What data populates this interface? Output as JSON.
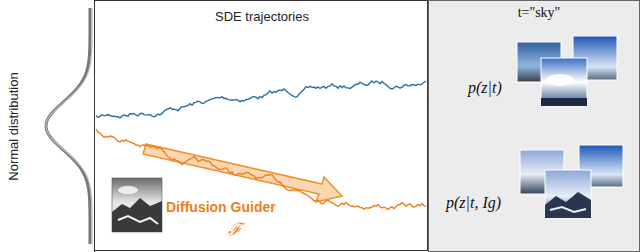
{
  "diagram": {
    "nodes": [
      {
        "text": [
          "Normal distribution"
        ]
      },
      {
        "text": [
          "SDE trajectories"
        ]
      },
      {
        "text": [
          "t=\"sky\""
        ]
      }
    ],
    "labels": [
      "p(z|t)",
      "p(z|t, Ig)",
      "Diffusion Guider",
      "ℱ"
    ]
  }
}
